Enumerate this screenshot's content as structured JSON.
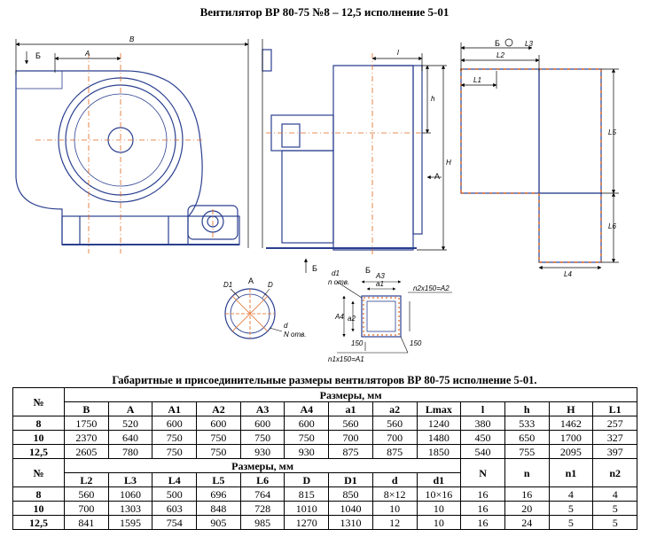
{
  "title": "Вентилятор ВР 80-75 №8 – 12,5 исполнение 5-01",
  "table_title": "Габаритные и присоединительные размеры вентиляторов ВР 80-75 исполнение 5-01.",
  "drawing": {
    "dim_B": "B",
    "dim_A": "A",
    "view_B": "Б",
    "view_A": "А",
    "dim_l": "l",
    "dim_h": "h",
    "dim_H": "H",
    "dim_L3": "L3",
    "dim_L2": "L2",
    "dim_L1": "L1",
    "dim_L5": "L5",
    "dim_L6": "L6",
    "dim_L4": "L4",
    "view_B_arrow": "Б",
    "dim_D1": "D1",
    "dim_D": "D",
    "dim_d": "d",
    "dim_Nотв": "N отв.",
    "flange_B": "Б",
    "dim_d1": "d1",
    "dim_n_otv": "n отв.",
    "dim_A3": "A3",
    "dim_a1": "a1",
    "dim_n2": "n2x150=A2",
    "dim_A4": "A4",
    "dim_a2": "a2",
    "dim_150a": "150",
    "dim_150b": "150",
    "dim_n1": "n1x150=A1"
  },
  "table1": {
    "no_header": "№",
    "group_header": "Размеры, мм",
    "columns": [
      "B",
      "A",
      "A1",
      "A2",
      "A3",
      "A4",
      "a1",
      "a2",
      "Lmax",
      "l",
      "h",
      "H",
      "L1"
    ],
    "rows": [
      {
        "no": "8",
        "values": [
          "1750",
          "520",
          "600",
          "600",
          "600",
          "600",
          "560",
          "560",
          "1240",
          "380",
          "533",
          "1462",
          "257"
        ]
      },
      {
        "no": "10",
        "values": [
          "2370",
          "640",
          "750",
          "750",
          "750",
          "750",
          "700",
          "700",
          "1480",
          "450",
          "650",
          "1700",
          "327"
        ]
      },
      {
        "no": "12,5",
        "values": [
          "2605",
          "780",
          "750",
          "750",
          "930",
          "930",
          "875",
          "875",
          "1850",
          "540",
          "755",
          "2095",
          "397"
        ]
      }
    ]
  },
  "table2": {
    "no_header": "№",
    "group_header": "Размеры, мм",
    "columns": [
      "L2",
      "L3",
      "L4",
      "L5",
      "L6",
      "D",
      "D1",
      "d",
      "d1"
    ],
    "extra_columns": [
      "N",
      "n",
      "n1",
      "n2"
    ],
    "rows": [
      {
        "no": "8",
        "values": [
          "560",
          "1060",
          "500",
          "696",
          "764",
          "815",
          "850",
          "8×12",
          "10×16"
        ],
        "extra": [
          "16",
          "16",
          "4",
          "4"
        ]
      },
      {
        "no": "10",
        "values": [
          "700",
          "1303",
          "603",
          "848",
          "728",
          "1010",
          "1040",
          "10",
          "10"
        ],
        "extra": [
          "16",
          "20",
          "5",
          "5"
        ]
      },
      {
        "no": "12,5",
        "values": [
          "841",
          "1595",
          "754",
          "905",
          "985",
          "1270",
          "1310",
          "12",
          "10"
        ],
        "extra": [
          "16",
          "24",
          "5",
          "5"
        ]
      }
    ]
  }
}
